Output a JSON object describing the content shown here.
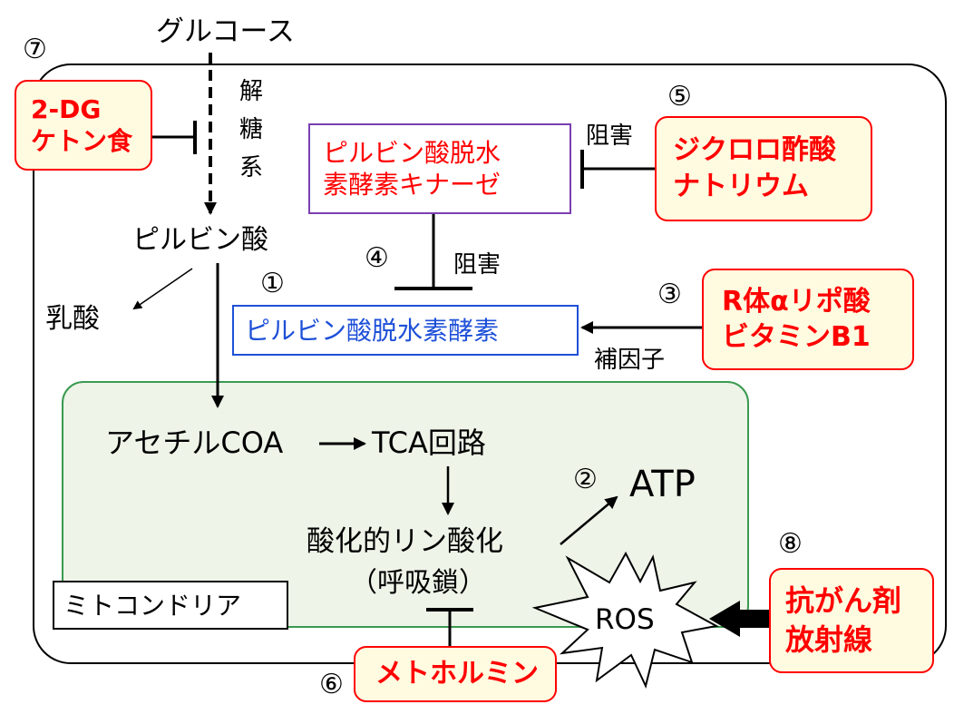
{
  "labels": {
    "glucose": "グルコース",
    "glycolysis": [
      "解",
      "糖",
      "系"
    ],
    "pyruvate": "ピルビン酸",
    "lactate": "乳酸",
    "acetyl_coa": "アセチルCOA",
    "tca": "TCA回路",
    "atp": "ATP",
    "oxphos": "酸化的リン酸化",
    "resp_chain": "（呼吸鎖）",
    "mitochondria": "ミトコンドリア",
    "ros": "ROS",
    "inhibit_top": "阻害",
    "inhibit_mid": "阻害",
    "cofactor": "補因子"
  },
  "numbers": {
    "n1": "①",
    "n2": "②",
    "n3": "③",
    "n4": "④",
    "n5": "⑤",
    "n6": "⑥",
    "n7": "⑦",
    "n8": "⑧"
  },
  "boxes": {
    "pdk": [
      "ピルビン酸脱水",
      "素酵素キナーゼ"
    ],
    "pdh": "ピルビン酸脱水素酵素",
    "dg": [
      "2-DG",
      "ケトン食"
    ],
    "dca": [
      "ジクロロ酢酸",
      "ナトリウム"
    ],
    "cofactors": [
      "R体αリポ酸",
      "ビタミンB1"
    ],
    "metformin": "メトホルミン",
    "anticancer": [
      "抗がん剤",
      "放射線"
    ]
  },
  "colors": {
    "red": "#ff0000",
    "blue": "#1e50d8",
    "purple_border": "#7a3fb0",
    "green_border": "#3a9a50",
    "mito_fill": "#eef4e8",
    "box_fill": "#fffbe0"
  }
}
